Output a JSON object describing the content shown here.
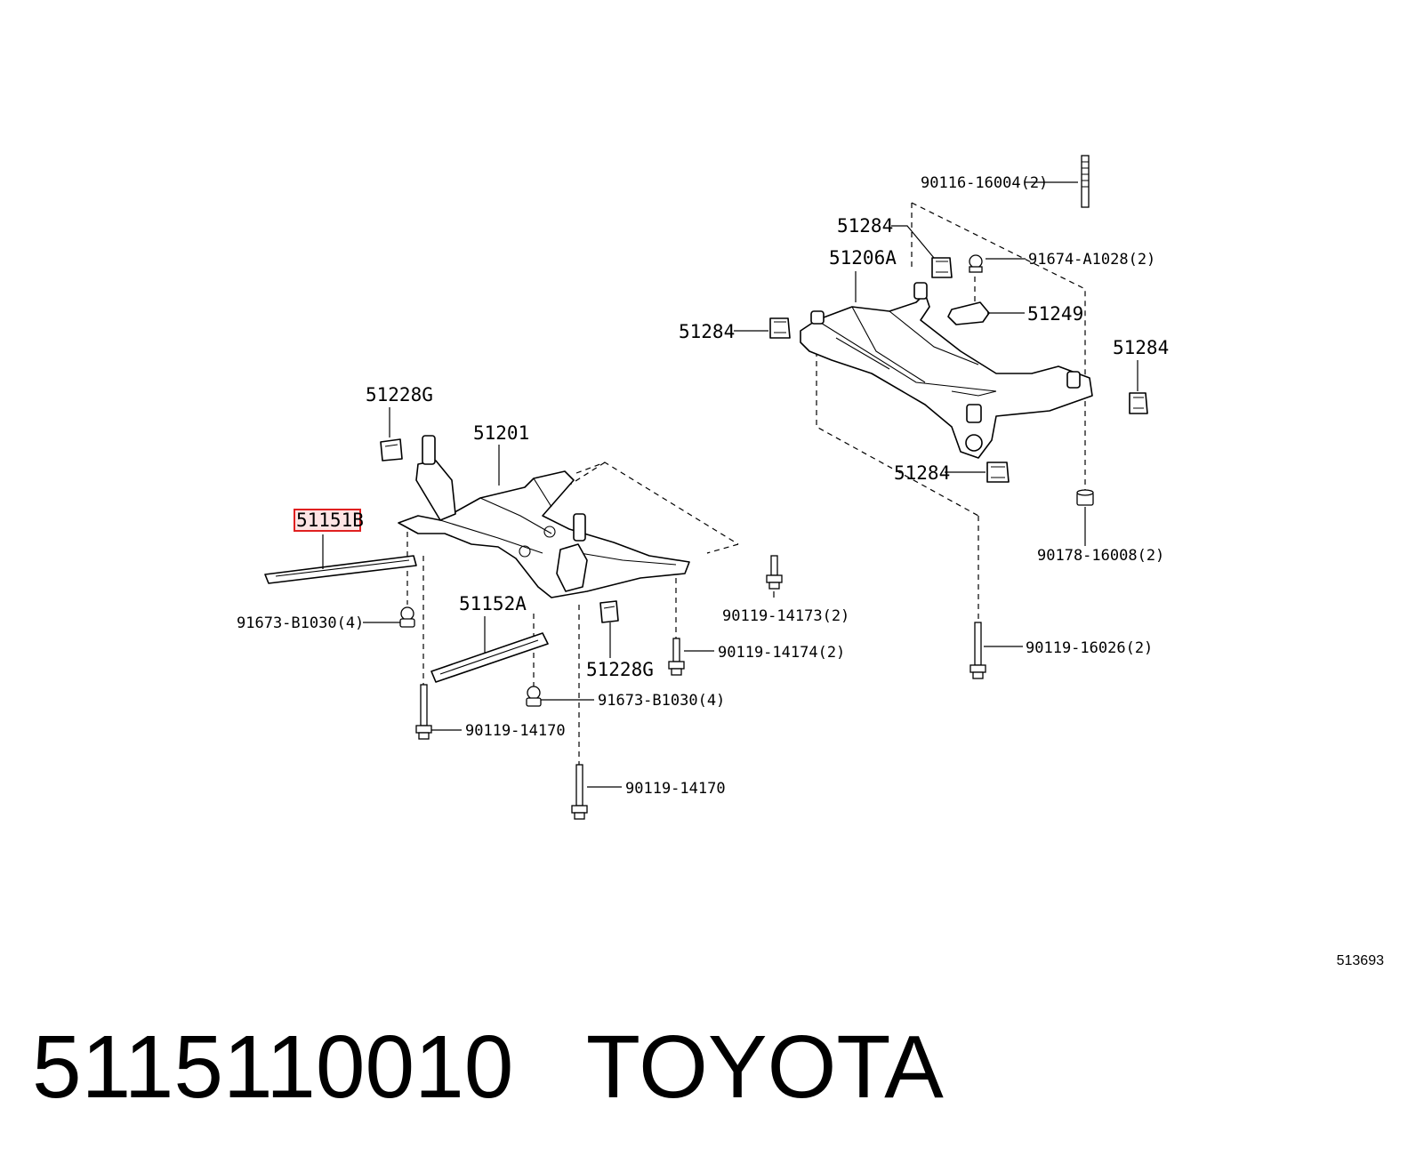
{
  "title": {
    "part_number": "5115110010",
    "brand": "TOYOTA"
  },
  "catalog_id": "513693",
  "highlight_color": "#e02020",
  "labels": {
    "l_90116": "90116-16004(2)",
    "l_51284_a": "51284",
    "l_51206a": "51206A",
    "l_91674": "91674-A1028(2)",
    "l_51249": "51249",
    "l_51284_b": "51284",
    "l_51284_c": "51284",
    "l_51228g_top": "51228G",
    "l_51201": "51201",
    "l_51151b": "51151B",
    "l_51284_d": "51284",
    "l_90178": "90178-16008(2)",
    "l_51152a": "51152A",
    "l_91673_left": "91673-B1030(4)",
    "l_90119_14173": "90119-14173(2)",
    "l_90119_14174": "90119-14174(2)",
    "l_90119_16026": "90119-16026(2)",
    "l_51228g_bottom": "51228G",
    "l_91673_mid": "91673-B1030(4)",
    "l_90119_14170_a": "90119-14170",
    "l_90119_14170_b": "90119-14170"
  }
}
